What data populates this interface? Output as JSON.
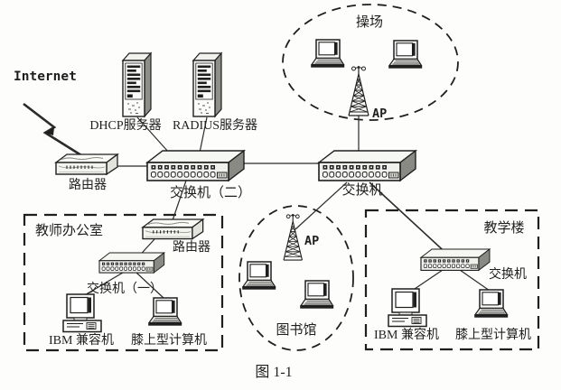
{
  "figure_caption": "图 1-1",
  "internet": {
    "label": "Internet"
  },
  "core": {
    "router_label": "路由器",
    "dhcp_server_label": "DHCP服务器",
    "radius_server_label": "RADIUS服务器",
    "switch2_label": "交换机（二）",
    "right_switch_label": "交换机"
  },
  "playground": {
    "zone_label": "操场",
    "ap_label": "AP"
  },
  "library": {
    "zone_label": "图书馆",
    "ap_label": "AP"
  },
  "teacher_office": {
    "zone_label": "教师办公室",
    "router_label": "路由器",
    "switch1_label": "交换机（一）",
    "ibm_pc_label": "IBM 兼容机",
    "laptop_label": "膝上型计算机"
  },
  "teaching_building": {
    "zone_label": "教学楼",
    "switch_label": "交换机",
    "ibm_pc_label": "IBM 兼容机",
    "laptop_label": "膝上型计算机"
  },
  "colors": {
    "ink": "#1f1f1f",
    "paper": "#fdfdfb",
    "device_side": "#8a8a85",
    "device_top": "#f6f6f3"
  }
}
